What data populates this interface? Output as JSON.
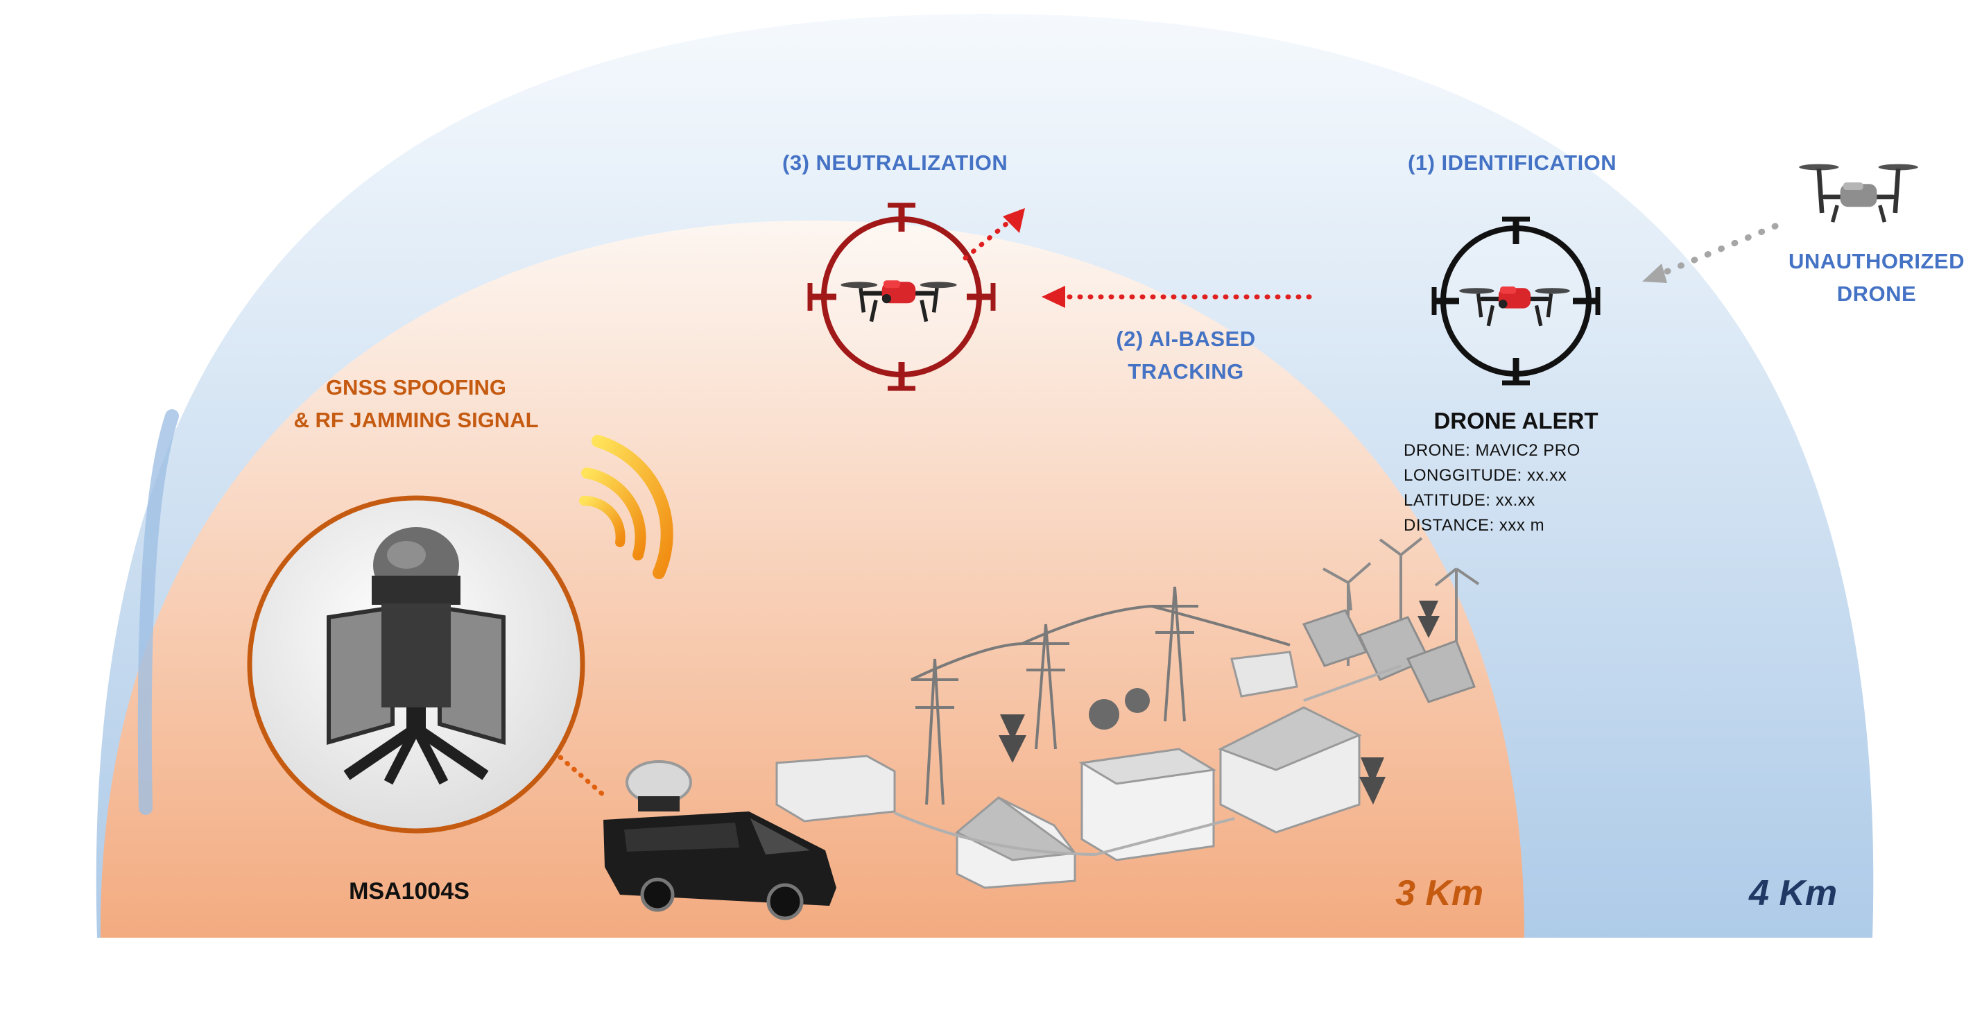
{
  "steps": {
    "identification": "(1) IDENTIFICATION",
    "tracking_line1": "(2) AI-BASED",
    "tracking_line2": "TRACKING",
    "neutralization": "(3) NEUTRALIZATION"
  },
  "unauthorized": {
    "line1": "UNAUTHORIZED",
    "line2": "DRONE"
  },
  "alert": {
    "title": "DRONE ALERT",
    "rows": [
      "DRONE: MAVIC2 PRO",
      "LONGGITUDE: xx.xx",
      "LATITUDE: xx.xx",
      "DISTANCE: xxx m"
    ]
  },
  "jamming": {
    "line1": "GNSS SPOOFING",
    "line2": "& RF JAMMING SIGNAL"
  },
  "device": {
    "name": "MSA1004S"
  },
  "ranges": {
    "inner": "3 Km",
    "outer": "4 Km"
  },
  "colors": {
    "outer_zone": "#c9ddf0",
    "inner_zone": "#f4b38c",
    "label_blue": "#4472c4",
    "label_orange": "#c55a11",
    "range_dark": "#1f3864",
    "reticle_red": "#a01818",
    "reticle_black": "#111111",
    "drone_red": "#d8262b"
  },
  "icons": [
    "drone-icon",
    "red-drone-icon",
    "crosshair-icon",
    "jamming-device-icon",
    "van-icon",
    "signal-wave-icon",
    "city-illustration-icon"
  ]
}
